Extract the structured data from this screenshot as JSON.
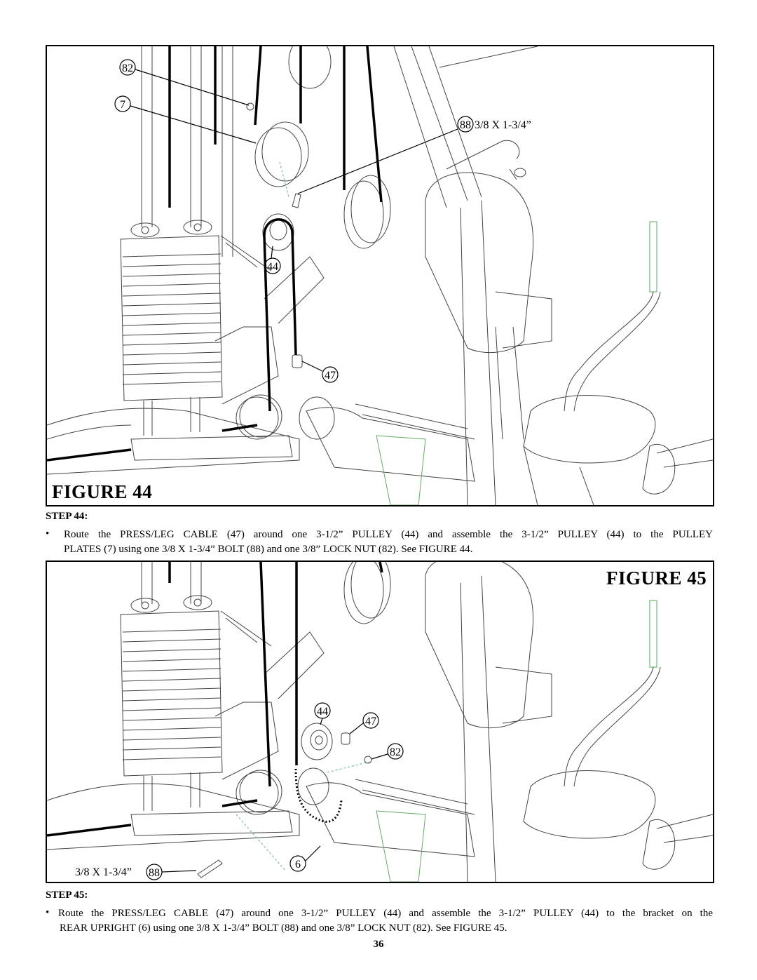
{
  "figure44": {
    "title": "FIGURE 44",
    "callouts": [
      "82",
      "7",
      "88",
      "44",
      "47"
    ],
    "bolt_label": "3/8 X 1-3/4”"
  },
  "step44": {
    "heading": "STEP 44:",
    "line1": "Route the PRESS/LEG CABLE (47) around one 3-1/2” PULLEY (44) and assemble the 3-1/2” PULLEY (44) to the PULLEY",
    "line2": "PLATES (7) using one 3/8 X 1-3/4”  BOLT (88) and one 3/8” LOCK NUT (82). See FIGURE 44."
  },
  "figure45": {
    "title": "FIGURE 45",
    "callouts": [
      "44",
      "47",
      "82",
      "6",
      "88"
    ],
    "bolt_label": "3/8 X 1-3/4”"
  },
  "step45": {
    "heading": "STEP 45:",
    "line1": "Route the PRESS/LEG CABLE (47) around one 3-1/2” PULLEY (44) and assemble the 3-1/2” PULLEY (44) to the bracket on the",
    "line2": "REAR UPRIGHT (6) using one 3/8 X 1-3/4”  BOLT (88) and one 3/8” LOCK NUT (82). See FIGURE 45."
  },
  "page_number": "36",
  "bullet_glyph": "•"
}
